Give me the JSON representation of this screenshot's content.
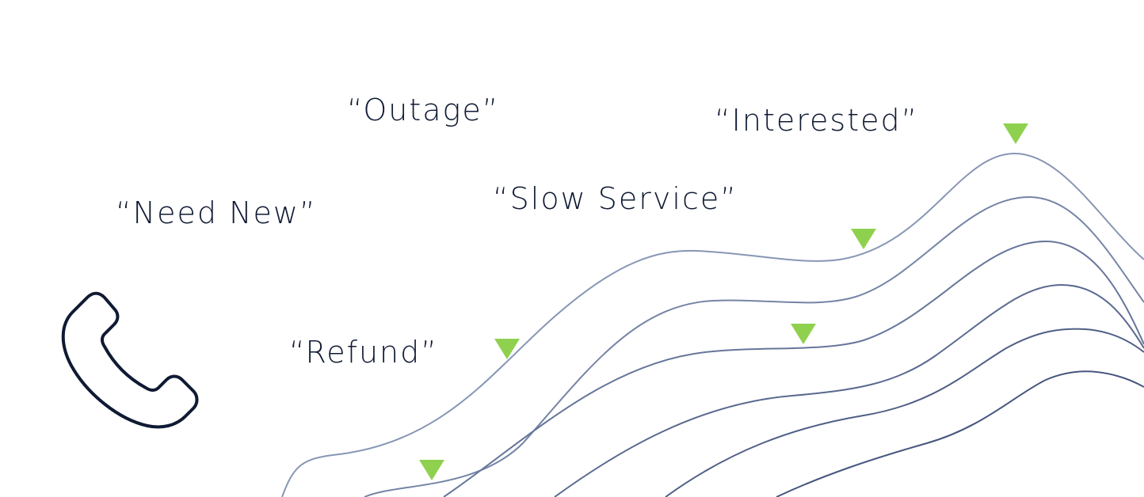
{
  "phrases": {
    "outage": "“Outage”",
    "interested": "“Interested”",
    "slow_service": "“Slow Service”",
    "need_new": "“Need New”",
    "refund": "“Refund”"
  },
  "icons": {
    "phone": "phone-icon",
    "marker": "triangle-down-marker"
  },
  "colors": {
    "text": "#0f1a33",
    "phone_stroke": "#0f1a33",
    "wave_stroke": "#4a5a78",
    "marker": "#8fd14f",
    "background": "#ffffff"
  }
}
